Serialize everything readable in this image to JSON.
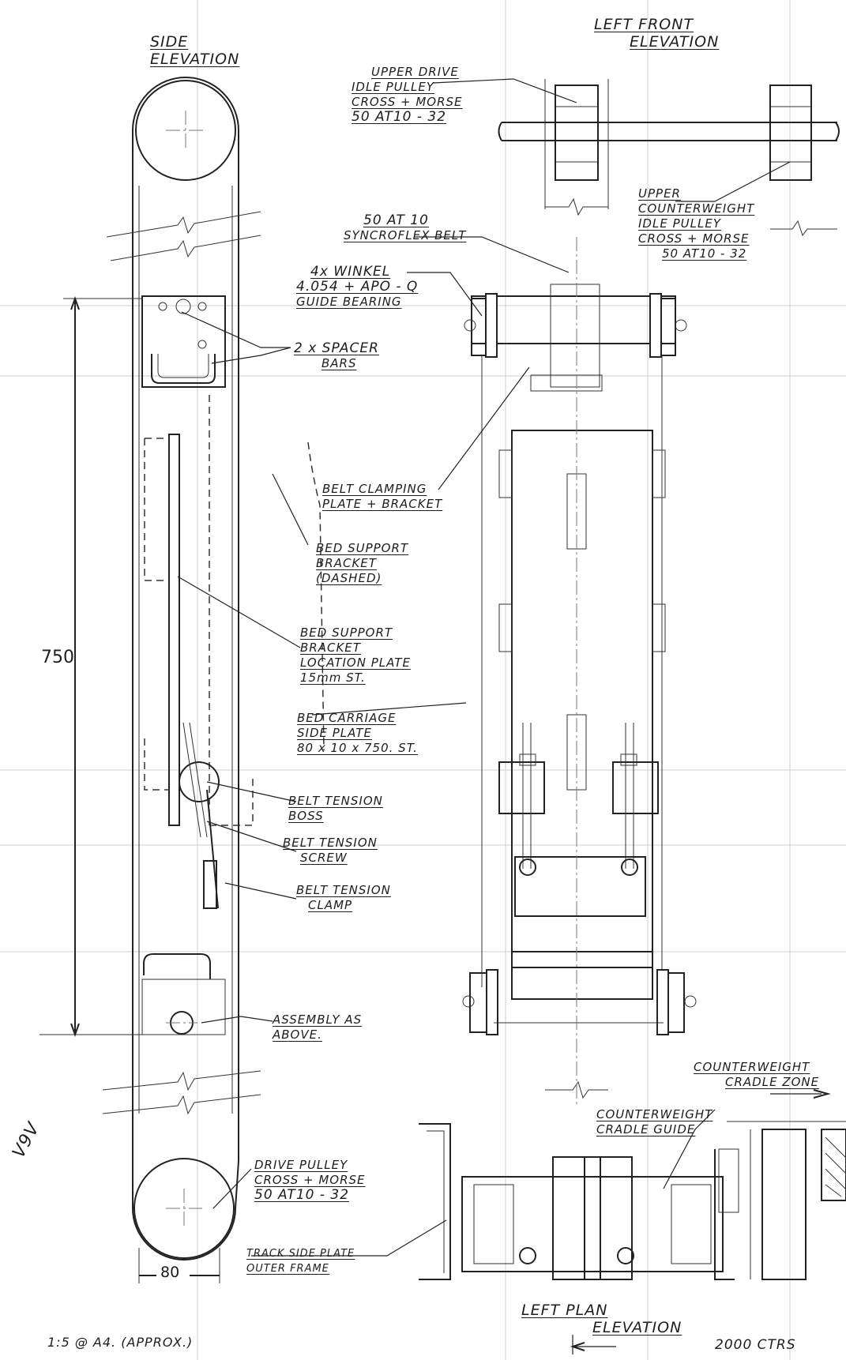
{
  "views": {
    "side_title": [
      "SIDE",
      "ELEVATION"
    ],
    "front_title": [
      "LEFT FRONT",
      "ELEVATION"
    ],
    "plan_title": [
      "LEFT PLAN",
      "ELEVATION"
    ]
  },
  "callouts": {
    "upper_drive": [
      "UPPER DRIVE",
      "IDLE PULLEY",
      "CROSS + MORSE",
      "50 AT10 - 32"
    ],
    "upper_counterweight": [
      "UPPER",
      "COUNTERWEIGHT",
      "IDLE PULLEY",
      "CROSS + MORSE",
      "50 AT10 - 32"
    ],
    "belt": [
      "50 AT 10",
      "SYNCROFLEX BELT"
    ],
    "guide_bearing": [
      "4x WINKEL",
      "4.054 + APO - Q",
      "GUIDE BEARING"
    ],
    "spacer_bars": [
      "2 x SPACER",
      "BARS"
    ],
    "belt_clamping": [
      "BELT CLAMPING",
      "PLATE + BRACKET"
    ],
    "bed_support": [
      "BED SUPPORT",
      "BRACKET",
      "(DASHED)"
    ],
    "location_plate": [
      "BED SUPPORT",
      "BRACKET",
      "LOCATION PLATE",
      "15mm ST."
    ],
    "carriage_plate": [
      "BED CARRIAGE",
      "SIDE PLATE",
      "80 x 10 x 750. ST."
    ],
    "tension_boss": [
      "BELT TENSION",
      "BOSS"
    ],
    "tension_screw": [
      "BELT TENSION",
      "SCREW"
    ],
    "tension_clamp": [
      "BELT TENSION",
      "CLAMP"
    ],
    "assembly": [
      "ASSEMBLY AS",
      "ABOVE."
    ],
    "cradle_zone": [
      "COUNTERWEIGHT",
      "CRADLE ZONE"
    ],
    "cradle_guide": [
      "COUNTERWEIGHT",
      "CRADLE GUIDE"
    ],
    "drive_pulley": [
      "DRIVE PULLEY",
      "CROSS + MORSE",
      "50 AT10 - 32"
    ],
    "track_plate": [
      "TRACK SIDE PLATE",
      "OUTER FRAME"
    ]
  },
  "dimensions": {
    "height": "750",
    "width": "80",
    "centres": "2000 CTRS"
  },
  "notes": {
    "scale": "1:5 @ A4. (APPROX.)",
    "margin_mark": "V9V"
  }
}
